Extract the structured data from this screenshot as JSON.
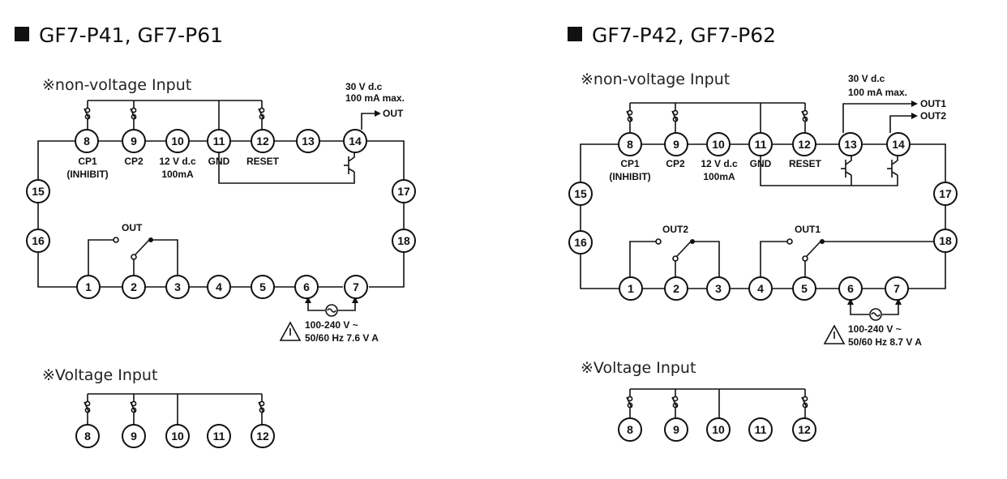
{
  "left": {
    "title": "GF7-P41, GF7-P61",
    "non_voltage_label": "※non-voltage Input",
    "voltage_label": "※Voltage Input",
    "supply_note": "30 V d.c",
    "supply_note2": "100 mA max.",
    "out_label": "OUT",
    "relay_out_label": "OUT",
    "cp1": "CP1",
    "inhibit": "(INHIBIT)",
    "cp2": "CP2",
    "v12": "12 V d.c",
    "ma100": "100mA",
    "gnd": "GND",
    "reset": "RESET",
    "power1": "100-240 V ~",
    "power2": "50/60 Hz 7.6 V A",
    "pins": [
      "1",
      "2",
      "3",
      "4",
      "5",
      "6",
      "7",
      "8",
      "9",
      "10",
      "11",
      "12",
      "13",
      "14",
      "15",
      "16",
      "17",
      "18"
    ],
    "vpins": [
      "8",
      "9",
      "10",
      "11",
      "12"
    ]
  },
  "right": {
    "title": "GF7-P42, GF7-P62",
    "non_voltage_label": "※non-voltage Input",
    "voltage_label": "※Voltage Input",
    "supply_note": "30 V d.c",
    "supply_note2": "100 mA max.",
    "out1_label": "OUT1",
    "out2_label": "OUT2",
    "relay_out2_label": "OUT2",
    "relay_out1_label": "OUT1",
    "cp1": "CP1",
    "inhibit": "(INHIBIT)",
    "cp2": "CP2",
    "v12": "12 V d.c",
    "ma100": "100mA",
    "gnd": "GND",
    "reset": "RESET",
    "power1": "100-240 V ~",
    "power2": "50/60 Hz 8.7 V A",
    "pins": [
      "1",
      "2",
      "3",
      "4",
      "5",
      "6",
      "7",
      "8",
      "9",
      "10",
      "11",
      "12",
      "13",
      "14",
      "15",
      "16",
      "17",
      "18"
    ],
    "vpins": [
      "8",
      "9",
      "10",
      "11",
      "12"
    ]
  },
  "colors": {
    "ink": "#111111",
    "background": "#ffffff"
  },
  "icons": [
    "square-bullet-icon",
    "warning-triangle-icon",
    "ac-source-icon",
    "transistor-icon",
    "relay-contact-icon",
    "switch-contact-icon"
  ]
}
